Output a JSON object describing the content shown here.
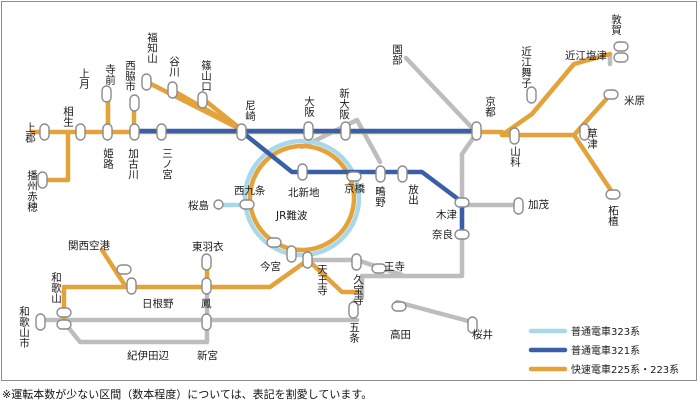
{
  "colors": {
    "light_blue": "#a9d8ea",
    "blue": "#3a5fa6",
    "orange": "#e3a33a",
    "gray": "#bdbdbd",
    "frame": "#8e8e8e"
  },
  "stations": {
    "tsuruga": "敦賀",
    "omi_shiotsu": "近江塩津",
    "omi_maiko": "近江舞子",
    "maibara": "米原",
    "kusatsu": "草津",
    "tsuge": "柘植",
    "yamashina": "山科",
    "kyoto": "京都",
    "sonobe": "園部",
    "kamigori": "上郡",
    "banshu_ako": "播州赤穂",
    "aioi": "相生",
    "kamitsuki": "上月",
    "teramae": "寺前",
    "himeji": "姫路",
    "nishiwakishi": "西脇市",
    "kakogawa": "加古川",
    "fukuchiyama": "福知山",
    "tanigawa": "谷川",
    "sasayamaguchi": "篠山口",
    "sannomiya": "三ノ宮",
    "amagasaki": "尼崎",
    "osaka": "大阪",
    "shin_osaka": "新大阪",
    "kitashinchi": "北新地",
    "nishikujo": "西九条",
    "sakurajima": "桜島",
    "jr_namba": "JR難波",
    "kyobashi": "京橋",
    "shijonawate": "鴫野",
    "hanaten": "放出",
    "kizu": "木津",
    "kamo": "加茂",
    "nara": "奈良",
    "imamiya": "今宮",
    "tennoji": "天王寺",
    "oji": "王寺",
    "kuhoji": "久宝寺",
    "gojo": "五条",
    "takada": "高田",
    "sakurai": "桜井",
    "kansai_airport": "関西空港",
    "higashi_hagoromo": "東羽衣",
    "hineno": "日根野",
    "otori": "鳳",
    "wakayama": "和歌山",
    "wakayamashi": "和歌山市",
    "kii_tanabe": "紀伊田辺",
    "shingu": "新宮"
  },
  "legend": [
    {
      "label": "普通電車323系",
      "color": "#a9d8ea"
    },
    {
      "label": "普通電車321系",
      "color": "#3a5fa6"
    },
    {
      "label": "快速電車225系・223系",
      "color": "#e3a33a"
    }
  ],
  "footnote": "※運転本数が少ない区間（数本程度）については、表記を割愛しています。"
}
